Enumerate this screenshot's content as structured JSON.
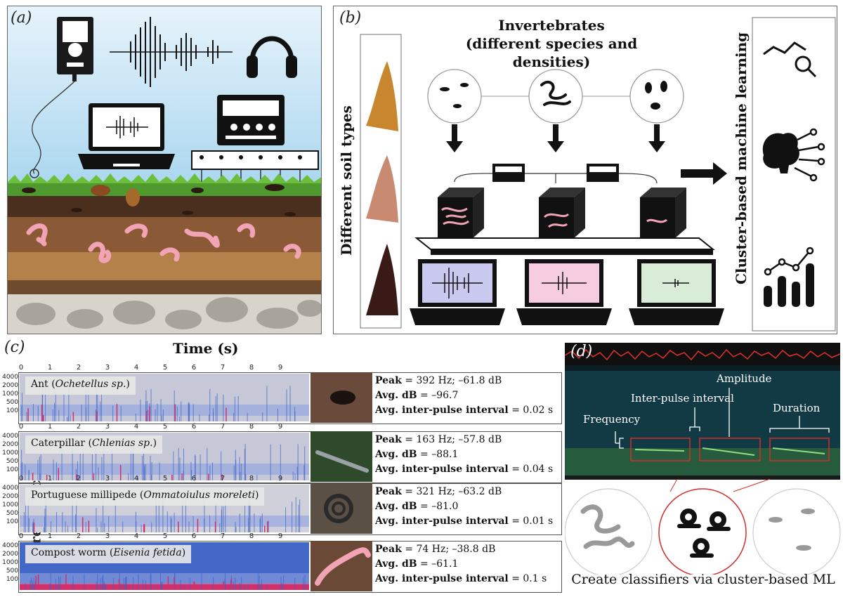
{
  "panel_a": {
    "letter": "(a)"
  },
  "panel_b": {
    "letter": "(b)",
    "title_line1": "Invertebrates",
    "title_line2": "(different species and densities)",
    "soil_label": "Different soil types",
    "ml_label": "Cluster-based machine learning"
  },
  "panel_c": {
    "letter": "(c)",
    "x_title": "Time (s)",
    "y_title": "Frequency (Hz)",
    "time_ticks": [
      "0",
      "1",
      "2",
      "3",
      "4",
      "5",
      "6",
      "7",
      "8",
      "9"
    ],
    "freq_ticks": [
      "4000",
      "2000",
      "1000",
      "500",
      "100"
    ],
    "rows": [
      {
        "label_common": "Ant (",
        "label_species": "Ochetellus sp.",
        "label_close": ")",
        "peak_label": "Peak",
        "peak_value": " = 392 Hz; –61.8 dB",
        "avg_label": "Avg. dB",
        "avg_value": " = –96.7",
        "ipi_label": "Avg. inter-pulse interval",
        "ipi_value": " = 0.02 s"
      },
      {
        "label_common": "Caterpillar (",
        "label_species": "Chlenias sp.",
        "label_close": ")",
        "peak_label": "Peak",
        "peak_value": " = 163 Hz; –57.8 dB",
        "avg_label": "Avg. dB",
        "avg_value": " = –88.1",
        "ipi_label": "Avg. inter-pulse interval",
        "ipi_value": " = 0.04 s"
      },
      {
        "label_common": "Portuguese millipede (",
        "label_species": "Ommatoiulus moreleti",
        "label_close": ")",
        "peak_label": "Peak",
        "peak_value": " = 321 Hz; –63.2 dB",
        "avg_label": "Avg. dB",
        "avg_value": " = –81.0",
        "ipi_label": "Avg. inter-pulse interval",
        "ipi_value": " = 0.01 s"
      },
      {
        "label_common": "Compost worm (",
        "label_species": "Eisenia fetida",
        "label_close": ")",
        "peak_label": "Peak",
        "peak_value": " = 74 Hz; –38.8 dB",
        "avg_label": "Avg. dB",
        "avg_value": " = –61.1",
        "ipi_label": "Avg. inter-pulse interval",
        "ipi_value": " = 0.1 s"
      }
    ]
  },
  "panel_d": {
    "letter": "(d)",
    "amplitude_label": "Amplitude",
    "ipi_label": "Inter-pulse interval",
    "duration_label": "Duration",
    "frequency_label": "Frequency",
    "caption": "Create classifiers via cluster-based ML"
  },
  "colors": {
    "sky": "#bfe0f3",
    "grass": "#4e9a2e",
    "soil_dark": "#4a2e1e",
    "soil_mid": "#8a5a36",
    "worm": "#f2a4b6",
    "spectrogram_bg": "#c8c8d6",
    "spectrogram_signal": "#3a62c8",
    "spectrogram_peak": "#d0306a",
    "red_highlight": "#d0302a"
  }
}
